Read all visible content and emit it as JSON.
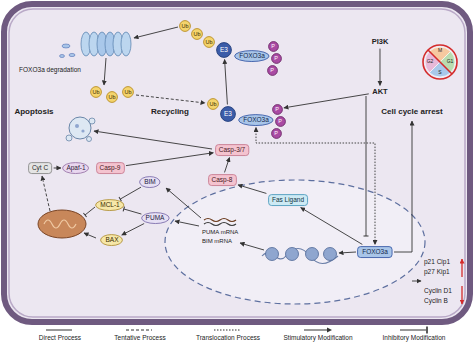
{
  "diagram": {
    "nodes": [
      {
        "text": [
          "Ub"
        ]
      },
      {
        "text": [
          "Ub"
        ]
      },
      {
        "text": [
          "Ub"
        ]
      },
      {
        "text": [
          "E3"
        ]
      },
      {
        "text": [
          "FOXO3a"
        ]
      },
      {
        "text": [
          "P"
        ]
      },
      {
        "text": [
          "P"
        ]
      },
      {
        "text": [
          "P"
        ]
      },
      {
        "text": [
          "PI3K"
        ]
      },
      {
        "text": [
          "Ub"
        ]
      },
      {
        "text": [
          "Ub"
        ]
      },
      {
        "text": [
          "Ub"
        ]
      },
      {
        "text": [
          "AKT"
        ]
      },
      {
        "text": [
          "Ub"
        ]
      },
      {
        "text": [
          "E3"
        ]
      },
      {
        "text": [
          "FOXO3a"
        ]
      },
      {
        "text": [
          "P"
        ]
      },
      {
        "text": [
          "P"
        ]
      },
      {
        "text": [
          "P"
        ]
      },
      {
        "text": [
          "Casp-3/7"
        ]
      },
      {
        "text": [
          "Cyt C"
        ]
      },
      {
        "text": [
          "Apaf-1"
        ]
      },
      {
        "text": [
          "Casp-9"
        ]
      },
      {
        "text": [
          "Casp-8"
        ]
      },
      {
        "text": [
          "BIM"
        ]
      },
      {
        "text": [
          "Fas Ligand"
        ]
      },
      {
        "text": [
          "MCL-1"
        ]
      },
      {
        "text": [
          "PUMA"
        ]
      },
      {
        "text": [
          "BAX"
        ]
      },
      {
        "text": [
          "FOXO3a"
        ]
      }
    ],
    "edges": [
      {
        "from": 8,
        "to": 12,
        "arrow": "to"
      },
      {
        "from": 12,
        "to": 16,
        "arrow": "to"
      },
      {
        "from": 14,
        "to": 3,
        "arrow": "to"
      },
      {
        "from": 15,
        "to": 29,
        "arrow": "both"
      },
      {
        "from": 29,
        "to": 25,
        "arrow": "to"
      },
      {
        "from": 25,
        "to": 23,
        "arrow": "to"
      },
      {
        "from": 23,
        "to": 19,
        "arrow": "to"
      },
      {
        "from": 22,
        "to": 19,
        "arrow": "to"
      },
      {
        "from": 20,
        "to": 21,
        "arrow": "to"
      },
      {
        "from": 24,
        "to": 26,
        "arrow": "to"
      },
      {
        "from": 27,
        "to": 26,
        "arrow": "to"
      },
      {
        "from": 27,
        "to": 28,
        "arrow": "to"
      }
    ],
    "labels": [
      "FOXO3a degradation",
      "Recycling",
      "Apoptosis",
      "Cell cycle arrest",
      "G2",
      "M",
      "G1",
      "S",
      "PUMA mRNA",
      "BIM mRNA",
      "p21 Cip1",
      "p27 Kip1",
      "Cyclin D1",
      "Cyclin B"
    ],
    "legend": [
      {
        "text": "Direct Process"
      },
      {
        "text": "Tentative Process"
      },
      {
        "text": "Translocation Process"
      },
      {
        "text": "Stimulatory Modification"
      },
      {
        "text": "Inhibitory Modification"
      }
    ]
  }
}
